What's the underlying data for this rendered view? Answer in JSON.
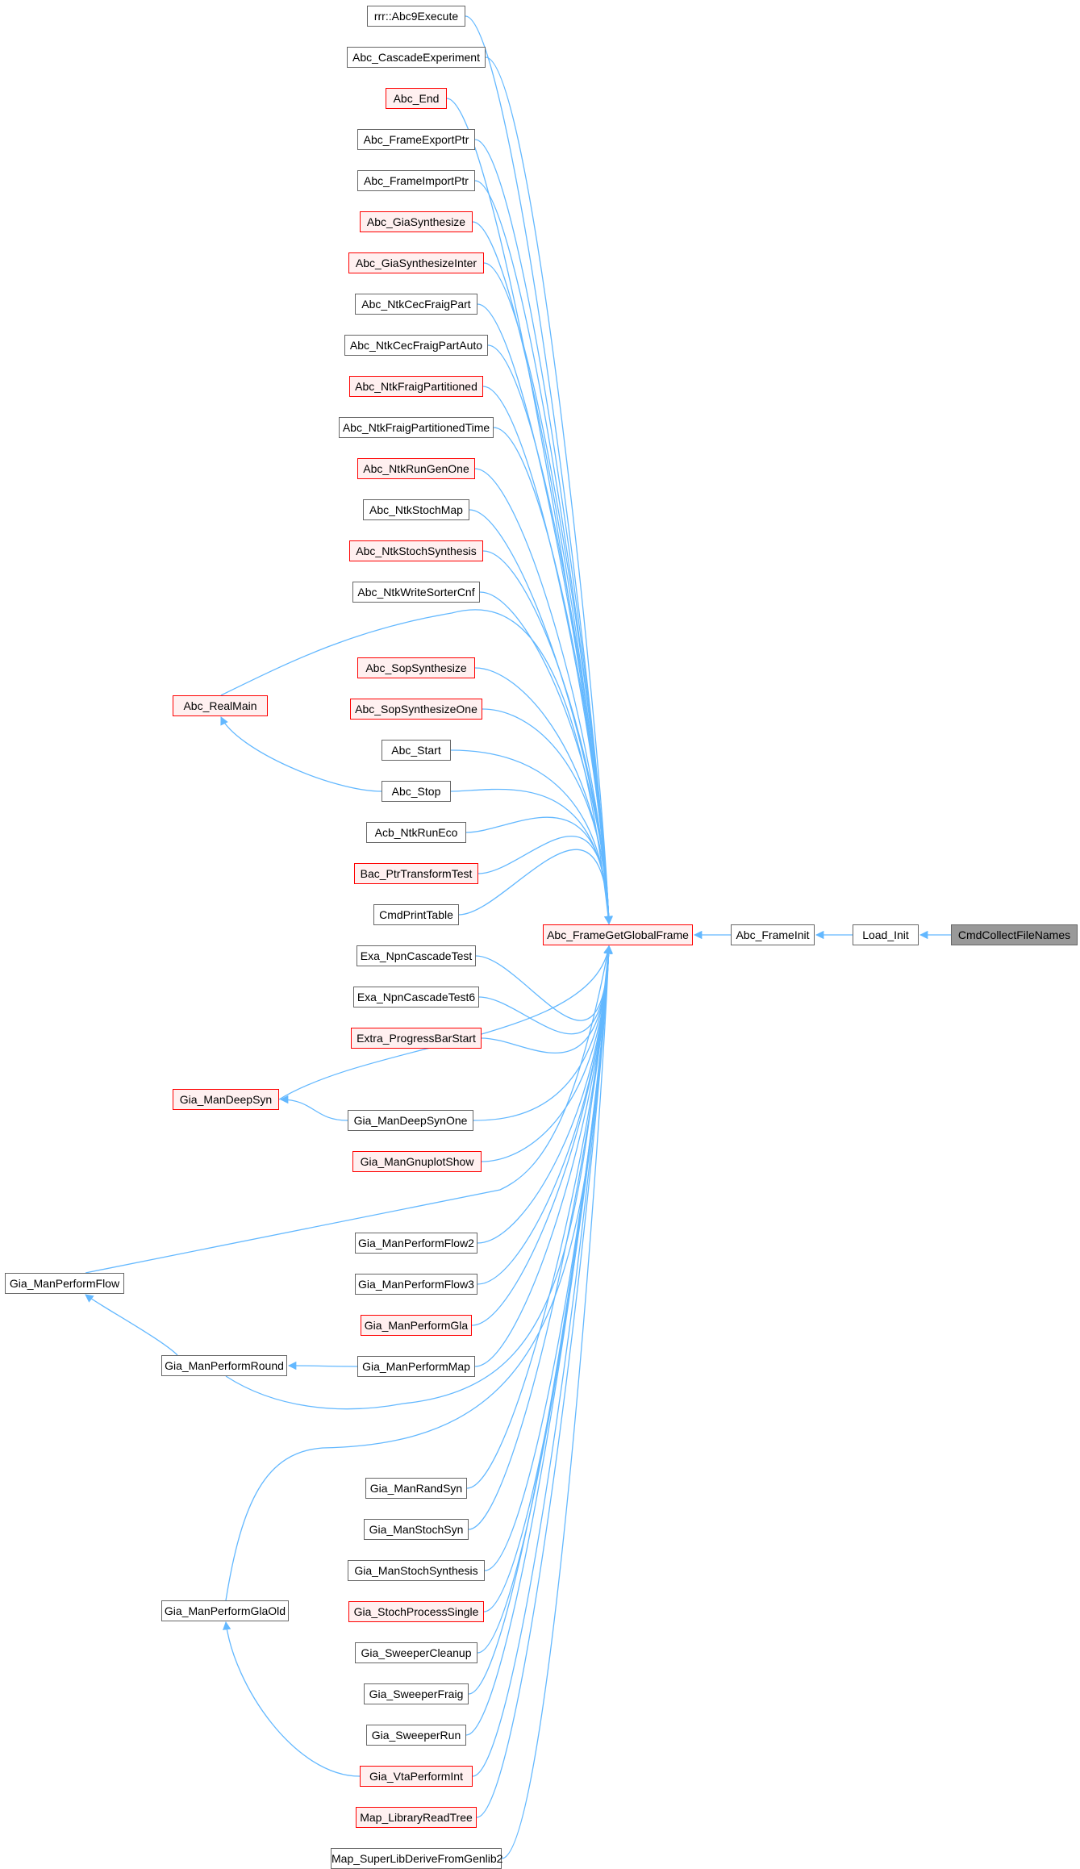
{
  "colors": {
    "edge": "#63b8ff",
    "border": "#666666",
    "highlight_border": "#ff0000",
    "highlight_fill": "#fff0f0",
    "root_fill": "#999999"
  },
  "nodes": [
    {
      "id": "rrr",
      "label": "rrr::Abc9Execute",
      "red": false
    },
    {
      "id": "cascade",
      "label": "Abc_CascadeExperiment",
      "red": false
    },
    {
      "id": "end",
      "label": "Abc_End",
      "red": true
    },
    {
      "id": "fexport",
      "label": "Abc_FrameExportPtr",
      "red": false
    },
    {
      "id": "fimport",
      "label": "Abc_FrameImportPtr",
      "red": false
    },
    {
      "id": "giasyn",
      "label": "Abc_GiaSynthesize",
      "red": true
    },
    {
      "id": "giasyninter",
      "label": "Abc_GiaSynthesizeInter",
      "red": true
    },
    {
      "id": "cecpart",
      "label": "Abc_NtkCecFraigPart",
      "red": false
    },
    {
      "id": "cecpartauto",
      "label": "Abc_NtkCecFraigPartAuto",
      "red": false
    },
    {
      "id": "fraigpart",
      "label": "Abc_NtkFraigPartitioned",
      "red": true
    },
    {
      "id": "fraigparttime",
      "label": "Abc_NtkFraigPartitionedTime",
      "red": false
    },
    {
      "id": "rungenone",
      "label": "Abc_NtkRunGenOne",
      "red": true
    },
    {
      "id": "stochmap",
      "label": "Abc_NtkStochMap",
      "red": false
    },
    {
      "id": "stochsynth",
      "label": "Abc_NtkStochSynthesis",
      "red": true
    },
    {
      "id": "writesorter",
      "label": "Abc_NtkWriteSorterCnf",
      "red": false
    },
    {
      "id": "realmain",
      "label": "Abc_RealMain",
      "red": true
    },
    {
      "id": "sopsyn",
      "label": "Abc_SopSynthesize",
      "red": true
    },
    {
      "id": "sopsynone",
      "label": "Abc_SopSynthesizeOne",
      "red": true
    },
    {
      "id": "start",
      "label": "Abc_Start",
      "red": false
    },
    {
      "id": "stop",
      "label": "Abc_Stop",
      "red": false
    },
    {
      "id": "runeco",
      "label": "Acb_NtkRunEco",
      "red": false
    },
    {
      "id": "bacptr",
      "label": "Bac_PtrTransformTest",
      "red": true
    },
    {
      "id": "cmdprint",
      "label": "CmdPrintTable",
      "red": false
    },
    {
      "id": "exanpn",
      "label": "Exa_NpnCascadeTest",
      "red": false
    },
    {
      "id": "exanpn6",
      "label": "Exa_NpnCascadeTest6",
      "red": false
    },
    {
      "id": "progress",
      "label": "Extra_ProgressBarStart",
      "red": true
    },
    {
      "id": "deepsyn",
      "label": "Gia_ManDeepSyn",
      "red": true
    },
    {
      "id": "deepsynone",
      "label": "Gia_ManDeepSynOne",
      "red": false
    },
    {
      "id": "gnuplot",
      "label": "Gia_ManGnuplotShow",
      "red": true
    },
    {
      "id": "performflow",
      "label": "Gia_ManPerformFlow",
      "red": false
    },
    {
      "id": "performflow2",
      "label": "Gia_ManPerformFlow2",
      "red": false
    },
    {
      "id": "performflow3",
      "label": "Gia_ManPerformFlow3",
      "red": false
    },
    {
      "id": "performgla",
      "label": "Gia_ManPerformGla",
      "red": true
    },
    {
      "id": "performround",
      "label": "Gia_ManPerformRound",
      "red": false
    },
    {
      "id": "performmap",
      "label": "Gia_ManPerformMap",
      "red": false
    },
    {
      "id": "randsyn",
      "label": "Gia_ManRandSyn",
      "red": false
    },
    {
      "id": "stochsyn",
      "label": "Gia_ManStochSyn",
      "red": false
    },
    {
      "id": "stochsynthesis",
      "label": "Gia_ManStochSynthesis",
      "red": false
    },
    {
      "id": "performglaold",
      "label": "Gia_ManPerformGlaOld",
      "red": false
    },
    {
      "id": "stochproc",
      "label": "Gia_StochProcessSingle",
      "red": true
    },
    {
      "id": "swcleanup",
      "label": "Gia_SweeperCleanup",
      "red": false
    },
    {
      "id": "swfraig",
      "label": "Gia_SweeperFraig",
      "red": false
    },
    {
      "id": "swrun",
      "label": "Gia_SweeperRun",
      "red": false
    },
    {
      "id": "vtaperform",
      "label": "Gia_VtaPerformInt",
      "red": true
    },
    {
      "id": "libread",
      "label": "Map_LibraryReadTree",
      "red": true
    },
    {
      "id": "superlib",
      "label": "Map_SuperLibDeriveFromGenlib2",
      "red": false
    },
    {
      "id": "getglobal",
      "label": "Abc_FrameGetGlobalFrame",
      "red": true
    },
    {
      "id": "frameinit",
      "label": "Abc_FrameInit",
      "red": false
    },
    {
      "id": "loadinit",
      "label": "Load_Init",
      "red": false
    },
    {
      "id": "root",
      "label": "CmdCollectFileNames",
      "red": false,
      "root": true
    }
  ]
}
